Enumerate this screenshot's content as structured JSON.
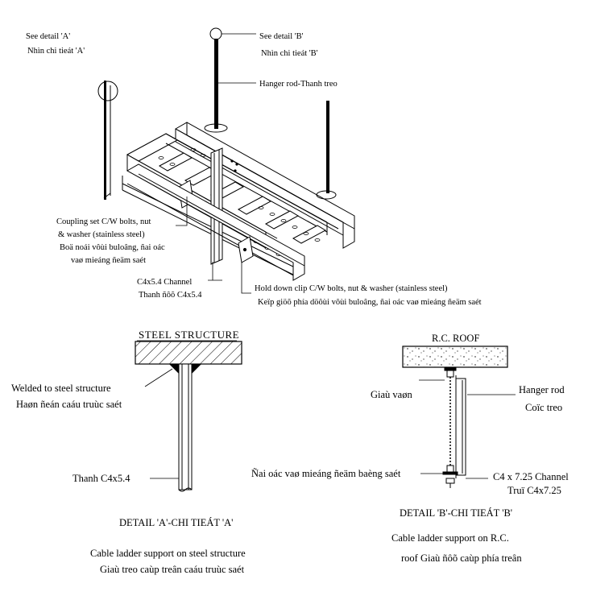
{
  "iso_view": {
    "see_detail_a": "See detail  'A'",
    "see_detail_a_vn": "Nhìn chi  tieát 'A'",
    "see_detail_b": "See detail  'B'",
    "see_detail_b_vn": "Nhìn  chi  tieát  'B'",
    "hanger_rod": "Hanger rod-Thanh    treo",
    "coupling_1": "Coupling  set C/W bolts, nut",
    "coupling_2": "& washer (stainless steel)",
    "coupling_3": "Boä noái vôùi buloâng, ñai oác",
    "coupling_4": "vaø mieáng ñeäm saét",
    "channel_1": "C4x5.4 Channel",
    "channel_2": "Thanh  ñôõ C4x5.4",
    "holddown_1": "Hold down clip C/W bolts, nut & washer (stainless steel)",
    "holddown_2": "Keïp giöõ phía  döôùi vôùi buloâng, ñai oác vaø mieáng ñeäm saét"
  },
  "detail_a": {
    "structure_label": "STEEL  STRUCTURE",
    "welded_1": "Welded   to steel structure",
    "welded_2": "Haøn ñeán caáu truùc saét",
    "member_label": "Thanh   C4x5.4",
    "title": "DETAIL  'A'-CHI  TIEÁT 'A'",
    "caption_1": "Cable   ladder  support  on steel  structure",
    "caption_2": "Giaù treo caùp treân caáu truùc saét"
  },
  "detail_b": {
    "roof_label": "R.C. ROOF",
    "hanger_1": "Hanger rod",
    "hanger_2": "Coïc treo",
    "gai_van": "Giaù vaøn",
    "nut_label": "Ñai oác vaø mieáng ñeäm baèng saét",
    "channel_1": "C4 x 7.25 Channel",
    "channel_2": "Truï C4x7.25",
    "title": "DETAIL  'B'-CHI  TIEÁT 'B'",
    "caption_1": "Cable   ladder  support  on R.C.",
    "caption_2": "roof Giaù ñôõ caùp phía treân"
  }
}
